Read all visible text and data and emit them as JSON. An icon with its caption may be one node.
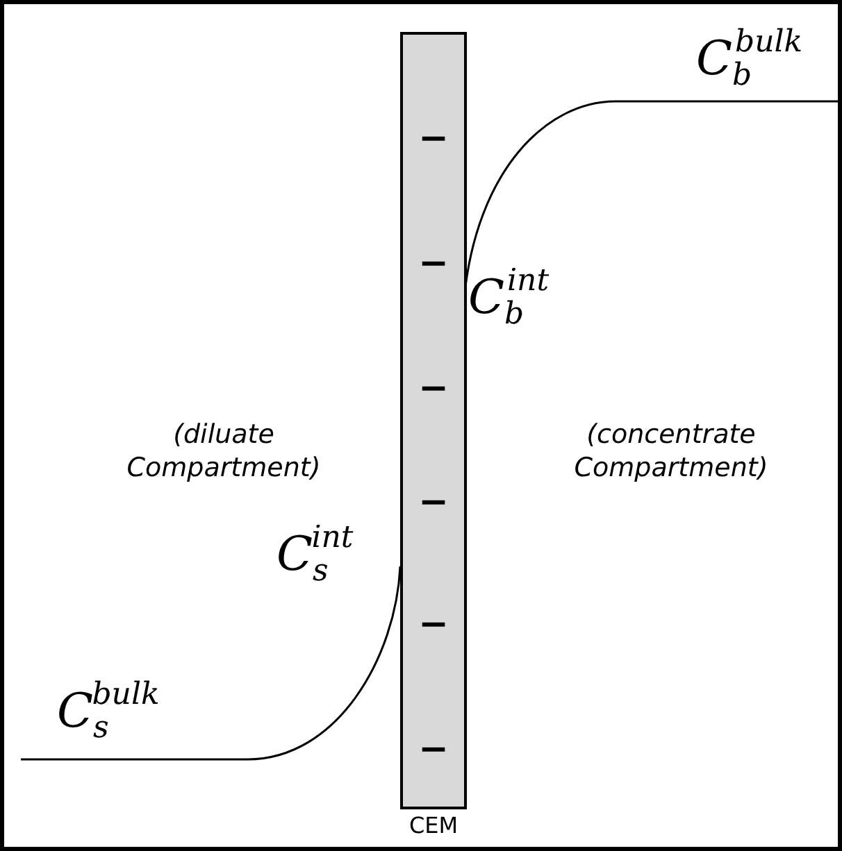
{
  "diagram": {
    "nodes": [
      {
        "text": [
          "−",
          "−",
          "−",
          "−",
          "−",
          "−"
        ],
        "beside": [
          "CEM"
        ]
      }
    ],
    "labels": [
      "C$_{b}$$^{bulk}$",
      "C$_{b}$$^{int}$",
      "(diluate Compartment)",
      "(concentrate Compartment)",
      "C$_{s}$$^{int}$",
      "C$_{s}$$^{bulk}$"
    ]
  }
}
